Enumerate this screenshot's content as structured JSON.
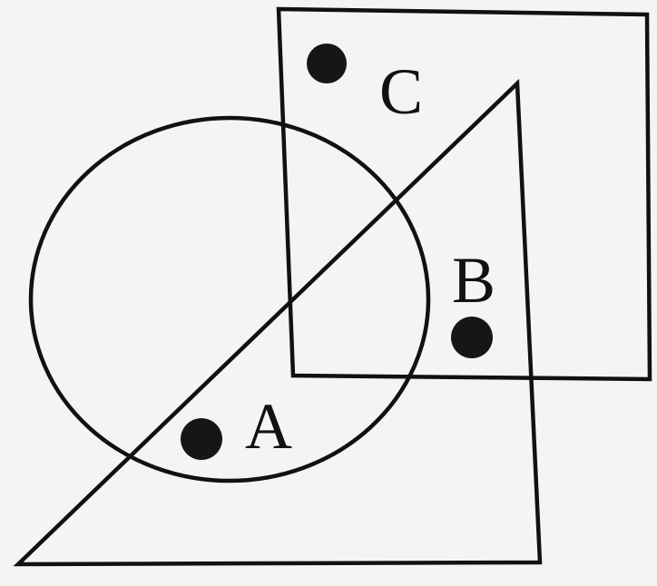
{
  "diagram": {
    "labels": {
      "a": "A",
      "b": "B",
      "c": "C"
    },
    "shapes": [
      "circle",
      "square",
      "right-triangle"
    ],
    "points": [
      {
        "label": "A",
        "inside": [
          "circle",
          "triangle"
        ]
      },
      {
        "label": "B",
        "inside": [
          "square",
          "triangle"
        ]
      },
      {
        "label": "C",
        "inside": [
          "square"
        ]
      }
    ],
    "colors": {
      "stroke": "#111111",
      "background": "#f4f4f2"
    }
  }
}
